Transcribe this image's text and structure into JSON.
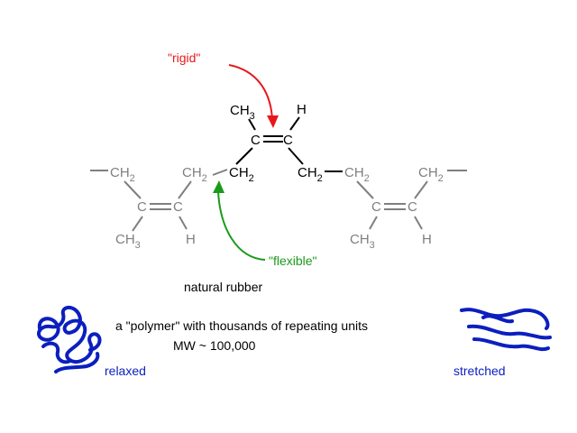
{
  "colors": {
    "gray": "#7f7f7f",
    "black": "#000000",
    "red": "#e8171b",
    "green": "#1a9a1a",
    "blue": "#0b1fbf"
  },
  "labels": {
    "rigid": "\"rigid\"",
    "flexible": "\"flexible\""
  },
  "groups": {
    "ch": "CH",
    "two": "2",
    "three": "3",
    "c": "C",
    "h": "H"
  },
  "caption": {
    "line1": "natural rubber",
    "line2": "a \"polymer\" with thousands of repeating units",
    "line3": "MW ~ 100,000"
  },
  "states": {
    "relaxed": "relaxed",
    "stretched": "stretched"
  },
  "icons": {
    "relaxed": "tangled-chain-icon",
    "stretched": "extended-chain-icon"
  }
}
